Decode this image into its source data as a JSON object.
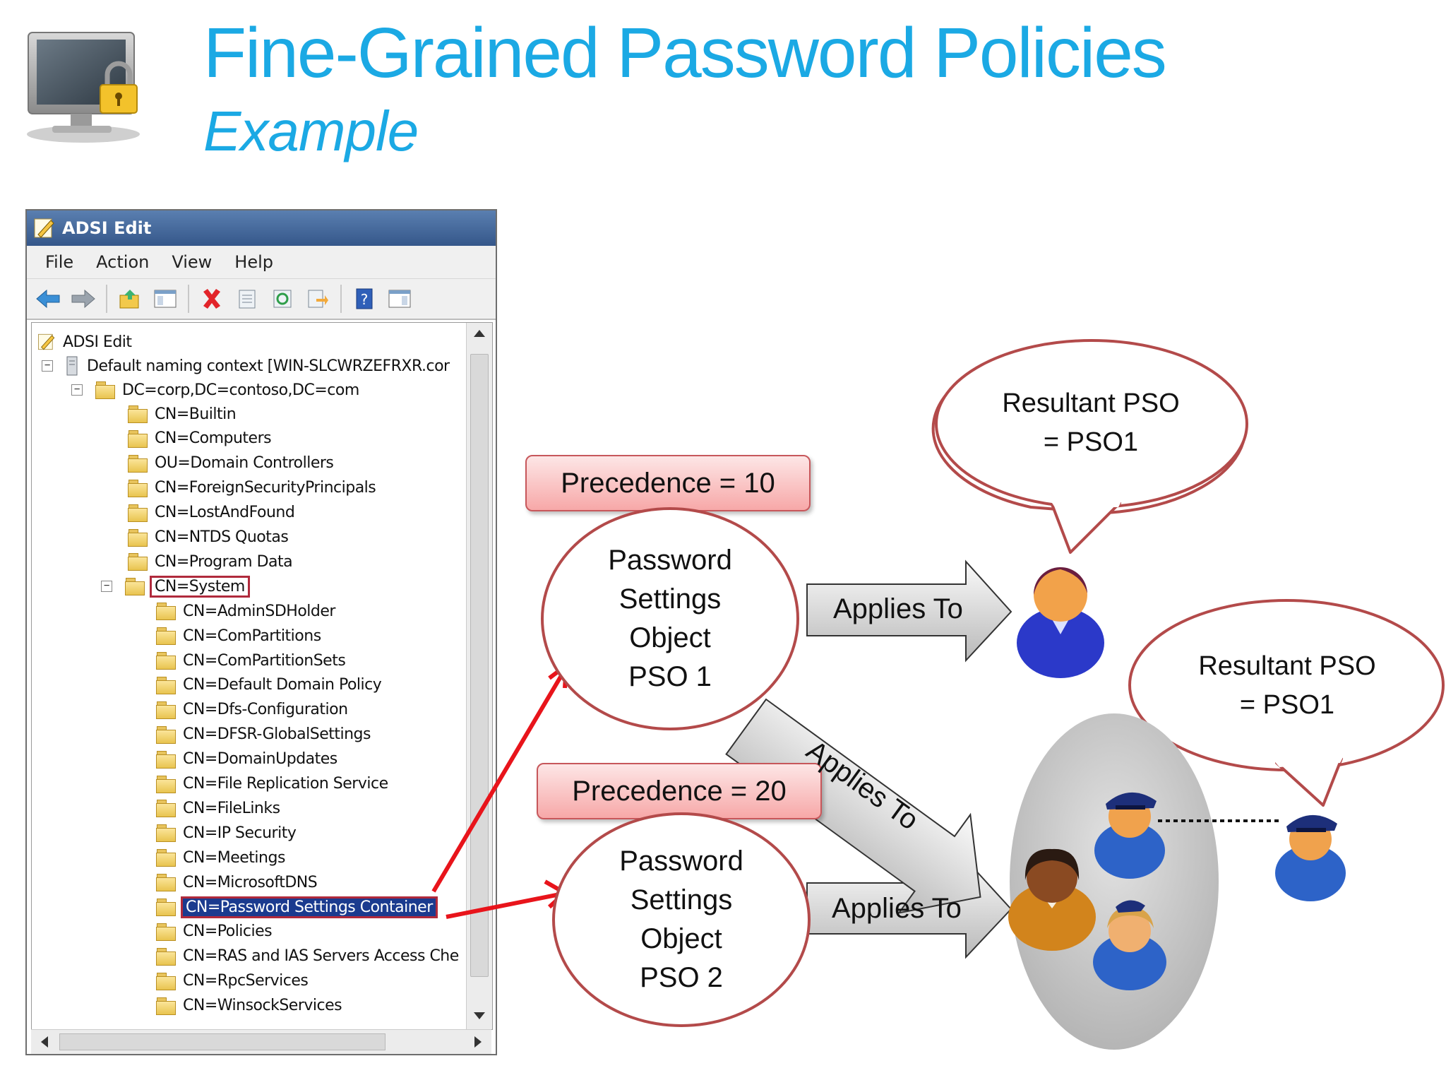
{
  "slide": {
    "title": "Fine-Grained Password Policies",
    "subtitle": "Example",
    "logo_icon": "monitor-lock-icon"
  },
  "window": {
    "title": "ADSI Edit",
    "menu": [
      "File",
      "Action",
      "View",
      "Help"
    ],
    "toolbar_icons": [
      "back-arrow-icon",
      "forward-arrow-icon",
      "up-folder-icon",
      "show-hide-console-tree-icon",
      "delete-icon",
      "properties-icon",
      "refresh-icon",
      "export-list-icon",
      "help-icon",
      "show-hide-action-pane-icon"
    ],
    "tree": {
      "root": "ADSI Edit",
      "context": "Default naming context [WIN-SLCWRZEFRXR.cor",
      "domain": "DC=corp,DC=contoso,DC=com",
      "level1": [
        "CN=Builtin",
        "CN=Computers",
        "OU=Domain Controllers",
        "CN=ForeignSecurityPrincipals",
        "CN=LostAndFound",
        "CN=NTDS Quotas",
        "CN=Program Data"
      ],
      "system": "CN=System",
      "system_children": [
        "CN=AdminSDHolder",
        "CN=ComPartitions",
        "CN=ComPartitionSets",
        "CN=Default Domain Policy",
        "CN=Dfs-Configuration",
        "CN=DFSR-GlobalSettings",
        "CN=DomainUpdates",
        "CN=File Replication Service",
        "CN=FileLinks",
        "CN=IP Security",
        "CN=Meetings",
        "CN=MicrosoftDNS"
      ],
      "selected": "CN=Password Settings Container",
      "after_selected": [
        "CN=Policies",
        "CN=RAS and IAS Servers Access Che",
        "CN=RpcServices",
        "CN=WinsockServices"
      ]
    }
  },
  "diagram": {
    "pso1": {
      "precedence": "Precedence = 10",
      "lines": [
        "Password",
        "Settings",
        "Object",
        "PSO 1"
      ]
    },
    "pso2": {
      "precedence": "Precedence = 20",
      "lines": [
        "Password",
        "Settings",
        "Object",
        "PSO 2"
      ]
    },
    "applies_to": "Applies To",
    "resultant_user": [
      "Resultant PSO",
      "= PSO1"
    ],
    "resultant_group": [
      "Resultant PSO",
      "= PSO1"
    ],
    "colors": {
      "title": "#1ba9e4",
      "circle_border": "#b34a4a",
      "pill_fill": "#f7a8a8",
      "red_arrow": "#e8141b",
      "selection": "#1b3b8f"
    }
  }
}
